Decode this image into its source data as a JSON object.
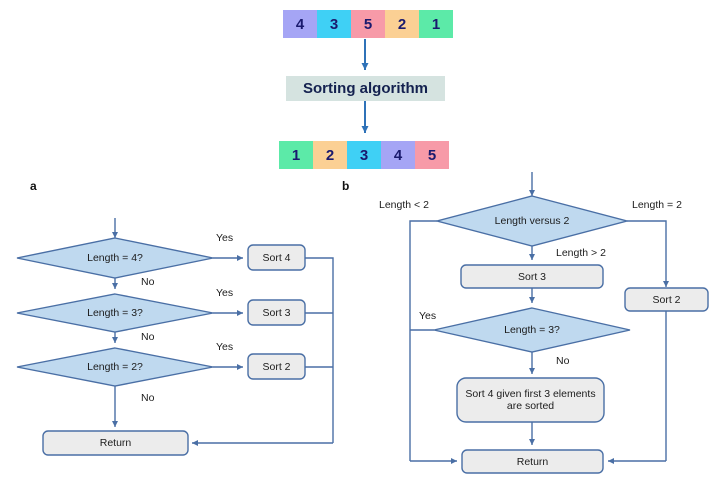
{
  "figure": {
    "panels": [
      {
        "id": "a",
        "label": "a"
      },
      {
        "id": "b",
        "label": "b"
      }
    ]
  },
  "top_diagram": {
    "input_array": {
      "name": "unsorted-array",
      "values": [
        "4",
        "3",
        "5",
        "2",
        "1"
      ],
      "colors": [
        "#a5a5f5",
        "#3fd0f5",
        "#f79aa8",
        "#fbd094",
        "#5ceaa8"
      ]
    },
    "process": {
      "name": "sorting-algorithm",
      "label": "Sorting algorithm",
      "background": "#d5e3e0",
      "text_color": "#14214f"
    },
    "output_array": {
      "name": "sorted-array",
      "values": [
        "1",
        "2",
        "3",
        "4",
        "5"
      ],
      "colors": [
        "#5ceaa8",
        "#fbd094",
        "#3fd0f5",
        "#a5a5f5",
        "#f79aa8"
      ]
    }
  },
  "panel_a": {
    "letter": "a",
    "decisions": [
      {
        "id": "len4",
        "label": "Length = 4?"
      },
      {
        "id": "len3",
        "label": "Length = 3?"
      },
      {
        "id": "len2",
        "label": "Length = 2?"
      }
    ],
    "processes": [
      {
        "id": "sort4",
        "label": "Sort 4"
      },
      {
        "id": "sort3",
        "label": "Sort 3"
      },
      {
        "id": "sort2",
        "label": "Sort 2"
      }
    ],
    "terminal": {
      "id": "return",
      "label": "Return"
    },
    "edge_labels": {
      "yes1": "Yes",
      "yes2": "Yes",
      "yes3": "Yes",
      "no1": "No",
      "no2": "No",
      "no3": "No"
    }
  },
  "panel_b": {
    "letter": "b",
    "decisions": [
      {
        "id": "lenvs2",
        "label": "Length versus 2"
      },
      {
        "id": "len3",
        "label": "Length = 3?"
      }
    ],
    "processes": [
      {
        "id": "sort3",
        "label": "Sort 3"
      },
      {
        "id": "sort2",
        "label": "Sort 2"
      },
      {
        "id": "sort4given",
        "label": "Sort 4 given first 3 elements are sorted"
      }
    ],
    "terminal": {
      "id": "return",
      "label": "Return"
    },
    "edge_labels": {
      "lt2": "Length < 2",
      "eq2": "Length = 2",
      "gt2": "Length > 2",
      "yes": "Yes",
      "no": "No"
    }
  },
  "style": {
    "decision_fill": "#bfd9ef",
    "decision_stroke": "#4a6fa5",
    "process_fill": "#ececec",
    "process_stroke": "#4a6fa5",
    "arrow_color": "#4a6fa5",
    "top_arrow_color": "#2f72b8"
  }
}
